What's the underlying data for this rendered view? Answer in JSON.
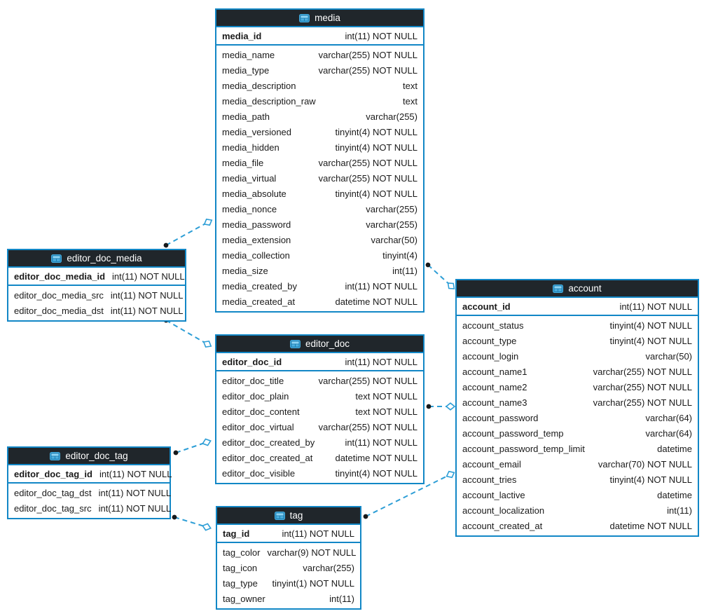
{
  "diagram": {
    "colors": {
      "background": "#ffffff",
      "table_border": "#1287c6",
      "header_background": "#20262b",
      "header_text": "#ffffff",
      "row_text": "#1a1a1a",
      "relation_line": "#2d9ed6"
    },
    "icons": {
      "table_header": "table-icon"
    },
    "tables": [
      {
        "id": "media",
        "title": "media",
        "primary_key": {
          "name": "media_id",
          "type": "int(11) NOT NULL"
        },
        "fields": [
          {
            "name": "media_name",
            "type": "varchar(255) NOT NULL"
          },
          {
            "name": "media_type",
            "type": "varchar(255) NOT NULL"
          },
          {
            "name": "media_description",
            "type": "text"
          },
          {
            "name": "media_description_raw",
            "type": "text"
          },
          {
            "name": "media_path",
            "type": "varchar(255)"
          },
          {
            "name": "media_versioned",
            "type": "tinyint(4) NOT NULL"
          },
          {
            "name": "media_hidden",
            "type": "tinyint(4) NOT NULL"
          },
          {
            "name": "media_file",
            "type": "varchar(255) NOT NULL"
          },
          {
            "name": "media_virtual",
            "type": "varchar(255) NOT NULL"
          },
          {
            "name": "media_absolute",
            "type": "tinyint(4) NOT NULL"
          },
          {
            "name": "media_nonce",
            "type": "varchar(255)"
          },
          {
            "name": "media_password",
            "type": "varchar(255)"
          },
          {
            "name": "media_extension",
            "type": "varchar(50)"
          },
          {
            "name": "media_collection",
            "type": "tinyint(4)"
          },
          {
            "name": "media_size",
            "type": "int(11)"
          },
          {
            "name": "media_created_by",
            "type": "int(11) NOT NULL"
          },
          {
            "name": "media_created_at",
            "type": "datetime NOT NULL"
          }
        ]
      },
      {
        "id": "editor_doc_media",
        "title": "editor_doc_media",
        "primary_key": {
          "name": "editor_doc_media_id",
          "type": "int(11) NOT NULL"
        },
        "fields": [
          {
            "name": "editor_doc_media_src",
            "type": "int(11) NOT NULL"
          },
          {
            "name": "editor_doc_media_dst",
            "type": "int(11) NOT NULL"
          }
        ]
      },
      {
        "id": "editor_doc",
        "title": "editor_doc",
        "primary_key": {
          "name": "editor_doc_id",
          "type": "int(11) NOT NULL"
        },
        "fields": [
          {
            "name": "editor_doc_title",
            "type": "varchar(255) NOT NULL"
          },
          {
            "name": "editor_doc_plain",
            "type": "text NOT NULL"
          },
          {
            "name": "editor_doc_content",
            "type": "text NOT NULL"
          },
          {
            "name": "editor_doc_virtual",
            "type": "varchar(255) NOT NULL"
          },
          {
            "name": "editor_doc_created_by",
            "type": "int(11) NOT NULL"
          },
          {
            "name": "editor_doc_created_at",
            "type": "datetime NOT NULL"
          },
          {
            "name": "editor_doc_visible",
            "type": "tinyint(4) NOT NULL"
          }
        ]
      },
      {
        "id": "editor_doc_tag",
        "title": "editor_doc_tag",
        "primary_key": {
          "name": "editor_doc_tag_id",
          "type": "int(11) NOT NULL"
        },
        "fields": [
          {
            "name": "editor_doc_tag_dst",
            "type": "int(11) NOT NULL"
          },
          {
            "name": "editor_doc_tag_src",
            "type": "int(11) NOT NULL"
          }
        ]
      },
      {
        "id": "tag",
        "title": "tag",
        "primary_key": {
          "name": "tag_id",
          "type": "int(11) NOT NULL"
        },
        "fields": [
          {
            "name": "tag_color",
            "type": "varchar(9) NOT NULL"
          },
          {
            "name": "tag_icon",
            "type": "varchar(255)"
          },
          {
            "name": "tag_type",
            "type": "tinyint(1) NOT NULL"
          },
          {
            "name": "tag_owner",
            "type": "int(11)"
          }
        ]
      },
      {
        "id": "account",
        "title": "account",
        "primary_key": {
          "name": "account_id",
          "type": "int(11) NOT NULL"
        },
        "fields": [
          {
            "name": "account_status",
            "type": "tinyint(4) NOT NULL"
          },
          {
            "name": "account_type",
            "type": "tinyint(4) NOT NULL"
          },
          {
            "name": "account_login",
            "type": "varchar(50)"
          },
          {
            "name": "account_name1",
            "type": "varchar(255) NOT NULL"
          },
          {
            "name": "account_name2",
            "type": "varchar(255) NOT NULL"
          },
          {
            "name": "account_name3",
            "type": "varchar(255) NOT NULL"
          },
          {
            "name": "account_password",
            "type": "varchar(64)"
          },
          {
            "name": "account_password_temp",
            "type": "varchar(64)"
          },
          {
            "name": "account_password_temp_limit",
            "type": "datetime"
          },
          {
            "name": "account_email",
            "type": "varchar(70) NOT NULL"
          },
          {
            "name": "account_tries",
            "type": "tinyint(4) NOT NULL"
          },
          {
            "name": "account_lactive",
            "type": "datetime"
          },
          {
            "name": "account_localization",
            "type": "int(11)"
          },
          {
            "name": "account_created_at",
            "type": "datetime NOT NULL"
          }
        ]
      }
    ],
    "relations": [
      {
        "from": "editor_doc_media",
        "to": "media"
      },
      {
        "from": "editor_doc_media",
        "to": "editor_doc"
      },
      {
        "from": "editor_doc_tag",
        "to": "editor_doc"
      },
      {
        "from": "editor_doc_tag",
        "to": "tag"
      },
      {
        "from": "media",
        "to": "account"
      },
      {
        "from": "editor_doc",
        "to": "account"
      },
      {
        "from": "tag",
        "to": "account"
      }
    ]
  }
}
